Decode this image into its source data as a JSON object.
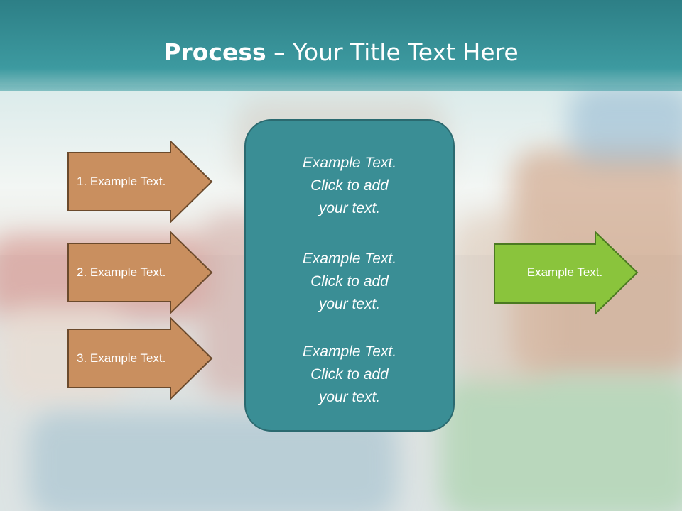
{
  "slide": {
    "title_bold": "Process",
    "title_rest": " – Your Title Text Here"
  },
  "steps": [
    {
      "label": "1. Example Text."
    },
    {
      "label": "2. Example Text."
    },
    {
      "label": "3. Example Text."
    }
  ],
  "center": {
    "items": [
      {
        "lines": [
          "Example Text.",
          "Click  to add",
          "your text."
        ]
      },
      {
        "lines": [
          "Example Text.",
          "Click  to add",
          "your text."
        ]
      },
      {
        "lines": [
          "Example Text.",
          "Click  to add",
          "your text."
        ]
      }
    ]
  },
  "result": {
    "label": "Example Text."
  },
  "colors": {
    "header": "#3a9aa0",
    "step_arrow_fill": "#c98f5f",
    "step_arrow_stroke": "#6b4a2c",
    "center_fill": "#3a8e95",
    "center_stroke": "#2b6a70",
    "result_fill": "#8ac43c",
    "result_stroke": "#4b7a21"
  }
}
